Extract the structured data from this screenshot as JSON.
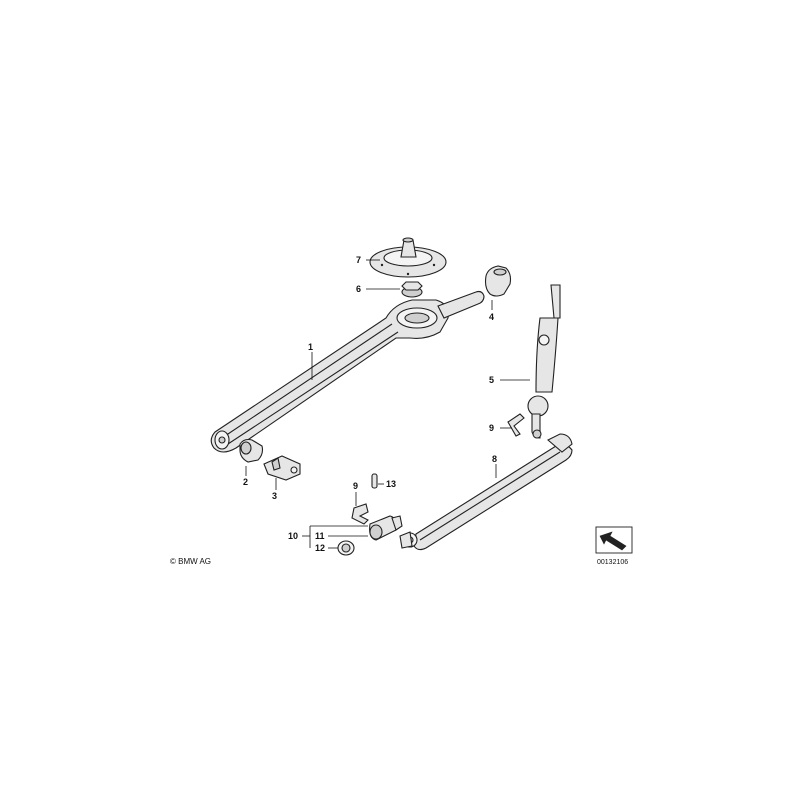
{
  "diagram": {
    "callouts": [
      "1",
      "2",
      "3",
      "4",
      "5",
      "6",
      "7",
      "8",
      "9",
      "9",
      "10",
      "11",
      "12",
      "13"
    ],
    "copyright": "© BMW AG",
    "ref_number": "00132106",
    "arrow_icon": "north-west-arrow-icon"
  }
}
